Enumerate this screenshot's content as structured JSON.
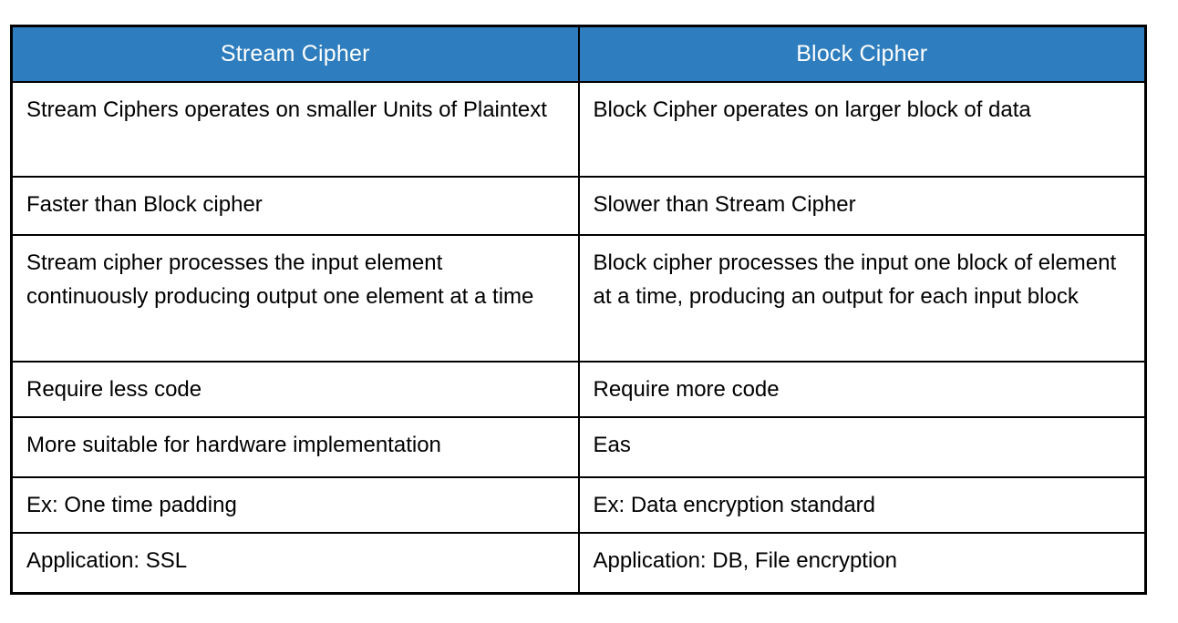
{
  "table": {
    "title": "Stream Cipher vs Block Cipher comparison table",
    "colors": {
      "header_bg": "#2E7DBE",
      "header_text": "#FFFFFF",
      "body_text": "#000000",
      "border": "#000000",
      "page_bg": "#FFFFFF"
    },
    "headers": {
      "left": "Stream Cipher",
      "right": "Block Cipher"
    },
    "rows": [
      {
        "stream": "Stream Ciphers operates on smaller Units of Plaintext",
        "block": "Block Cipher operates on larger block of data"
      },
      {
        "stream": "Faster than Block cipher",
        "block": "Slower than Stream Cipher"
      },
      {
        "stream": "Stream cipher processes the input element continuously producing output one element at a time",
        "block": "Block cipher processes the input one block of element at a time, producing an output for each input block"
      },
      {
        "stream": "Require less code",
        "block": "Require more code"
      },
      {
        "stream": "More suitable for hardware implementation",
        "block": "Eas"
      },
      {
        "stream": "Ex: One time padding",
        "block": "Ex: Data encryption standard"
      },
      {
        "stream": "Application: SSL",
        "block": "Application: DB, File encryption"
      }
    ]
  }
}
